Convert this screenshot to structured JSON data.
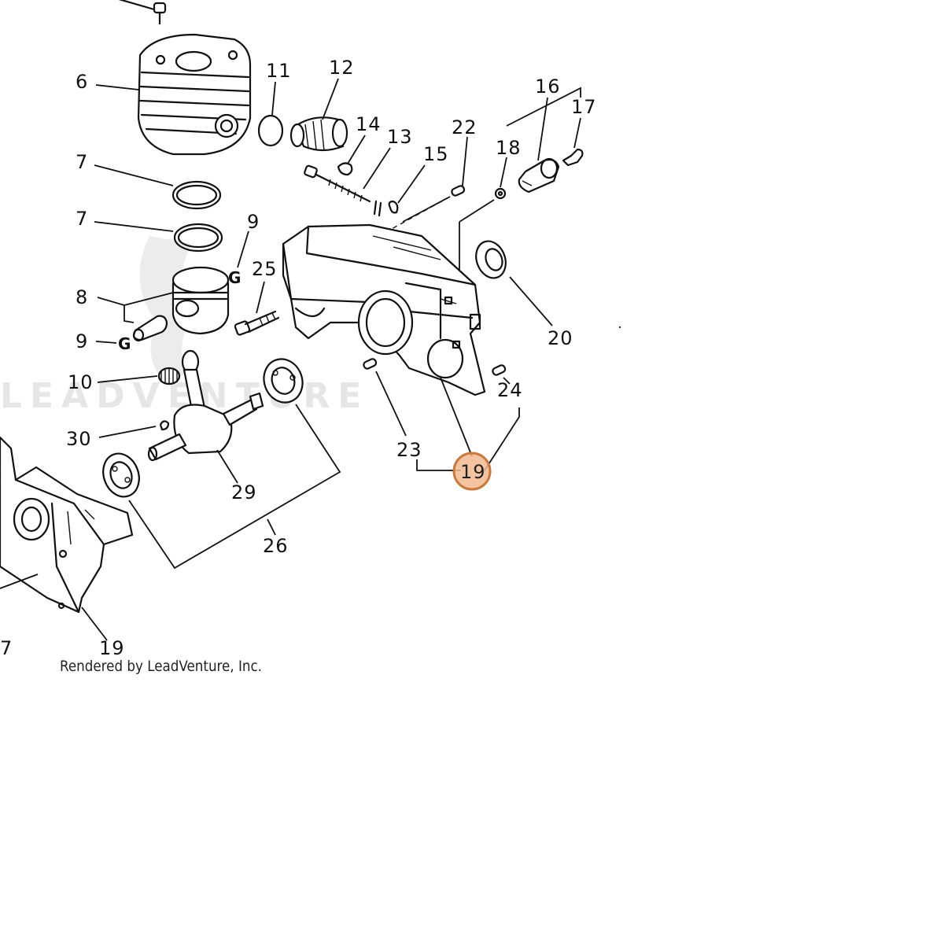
{
  "diagram": {
    "callouts": [
      {
        "id": "c6",
        "label": "6"
      },
      {
        "id": "c7a",
        "label": "7"
      },
      {
        "id": "c7b",
        "label": "7"
      },
      {
        "id": "c8",
        "label": "8"
      },
      {
        "id": "c9a",
        "label": "9"
      },
      {
        "id": "c9b",
        "label": "9"
      },
      {
        "id": "c10",
        "label": "10"
      },
      {
        "id": "c11",
        "label": "11"
      },
      {
        "id": "c12",
        "label": "12"
      },
      {
        "id": "c13",
        "label": "13"
      },
      {
        "id": "c14",
        "label": "14"
      },
      {
        "id": "c15",
        "label": "15"
      },
      {
        "id": "c16",
        "label": "16"
      },
      {
        "id": "c17a",
        "label": "17"
      },
      {
        "id": "c18",
        "label": "18"
      },
      {
        "id": "c19a",
        "label": "19"
      },
      {
        "id": "c19b",
        "label": "19"
      },
      {
        "id": "c20",
        "label": "20"
      },
      {
        "id": "c22",
        "label": "22"
      },
      {
        "id": "c23",
        "label": "23"
      },
      {
        "id": "c24",
        "label": "24"
      },
      {
        "id": "c25",
        "label": "25"
      },
      {
        "id": "c26",
        "label": "26"
      },
      {
        "id": "c29",
        "label": "29"
      },
      {
        "id": "c30",
        "label": "30"
      },
      {
        "id": "c17b",
        "label": "7"
      }
    ],
    "highlighted_callout": "19",
    "highlight_color": "#f2b98e",
    "watermark": "LEADVENTURE",
    "footer": "Rendered by LeadVenture, Inc."
  }
}
